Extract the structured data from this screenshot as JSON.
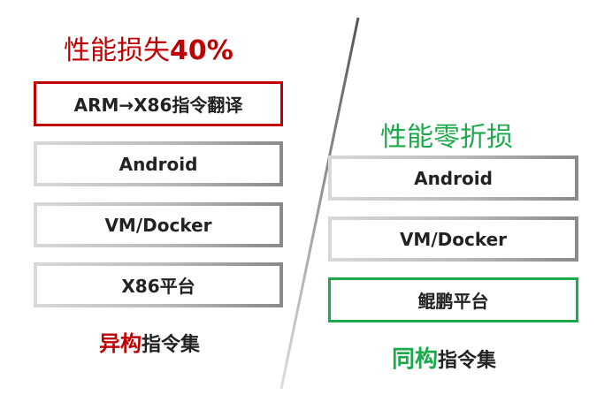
{
  "left": {
    "title_text": "性能损失",
    "title_num": "40%",
    "boxes": [
      "ARM→X86指令翻译",
      "Android",
      "VM/Docker",
      "X86平台"
    ],
    "footer_accent": "异构",
    "footer_rest": "指令集",
    "color": "#c00000"
  },
  "right": {
    "title": "性能零折损",
    "boxes": [
      "Android",
      "VM/Docker",
      "鲲鹏平台"
    ],
    "footer_accent": "同构",
    "footer_rest": "指令集",
    "color": "#1aaa4a"
  }
}
